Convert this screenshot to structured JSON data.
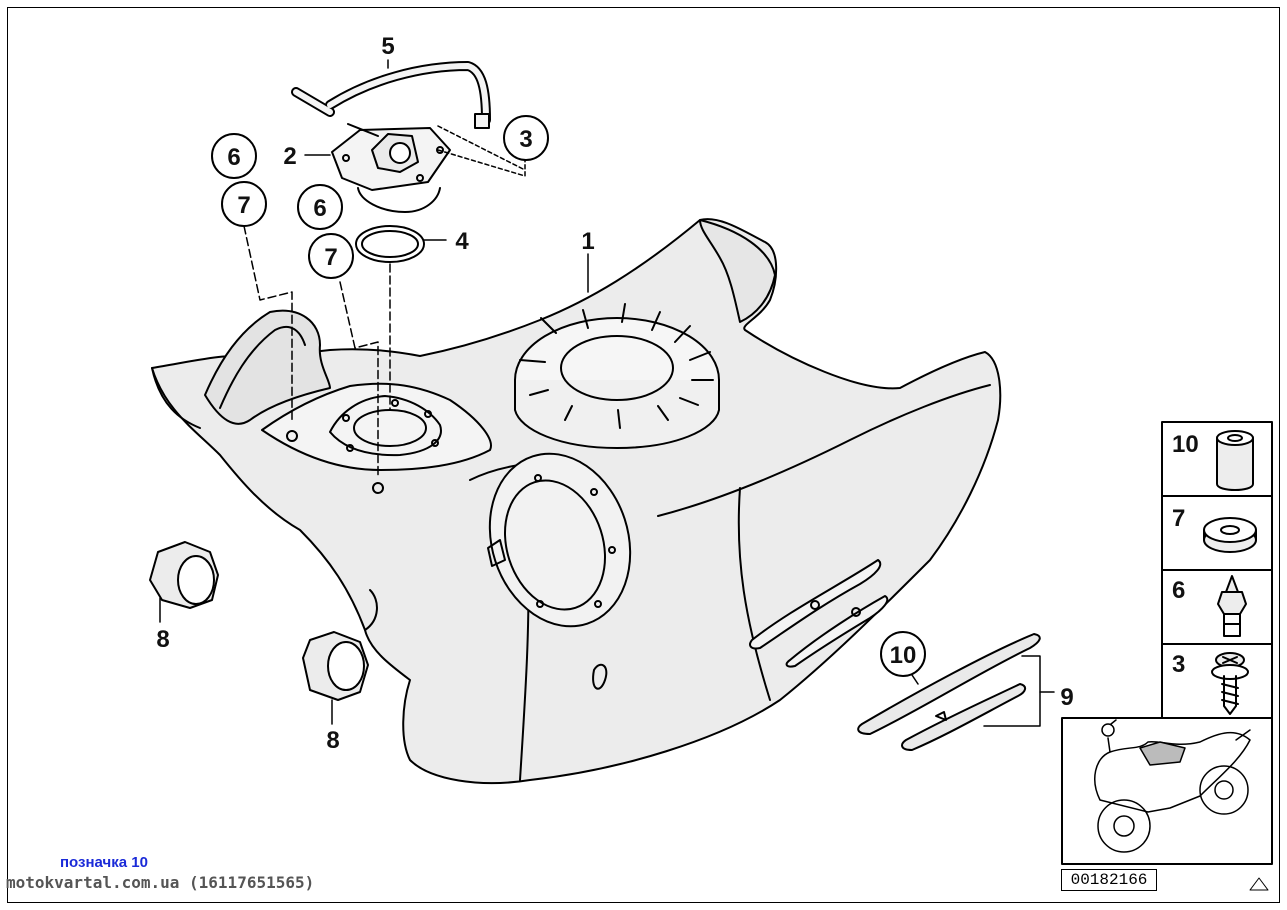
{
  "callouts": {
    "c1": "1",
    "c2": "2",
    "c3": "3",
    "c4": "4",
    "c5": "5",
    "c6a": "6",
    "c6b": "6",
    "c7a": "7",
    "c7b": "7",
    "c8a": "8",
    "c8b": "8",
    "c9": "9",
    "c10": "10"
  },
  "legend": {
    "items": [
      "10",
      "7",
      "6",
      "3"
    ]
  },
  "diagram_number": "00182166",
  "footer": {
    "reference": "позначка 10",
    "site": "motokvartal.com.ua (16117651565)"
  }
}
